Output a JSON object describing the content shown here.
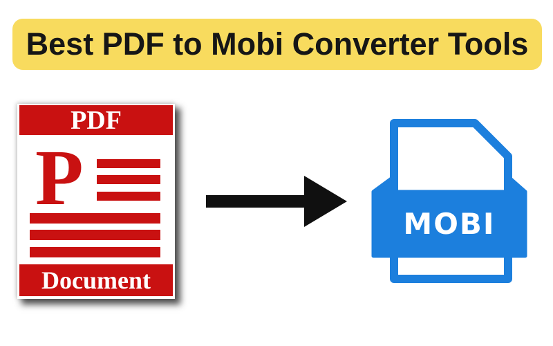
{
  "banner": {
    "title": "Best PDF to Mobi Converter Tools",
    "bg_color": "#F8DB5E",
    "text_color": "#161616"
  },
  "pdf_icon": {
    "header_label": "PDF",
    "letter": "P",
    "footer_label": "Document",
    "accent_color": "#C91111",
    "short_text_lines": 3,
    "full_text_lines": 3
  },
  "arrow": {
    "direction": "right",
    "color": "#101010"
  },
  "mobi_icon": {
    "label": "MOBI",
    "accent_color": "#1C7FDD"
  }
}
